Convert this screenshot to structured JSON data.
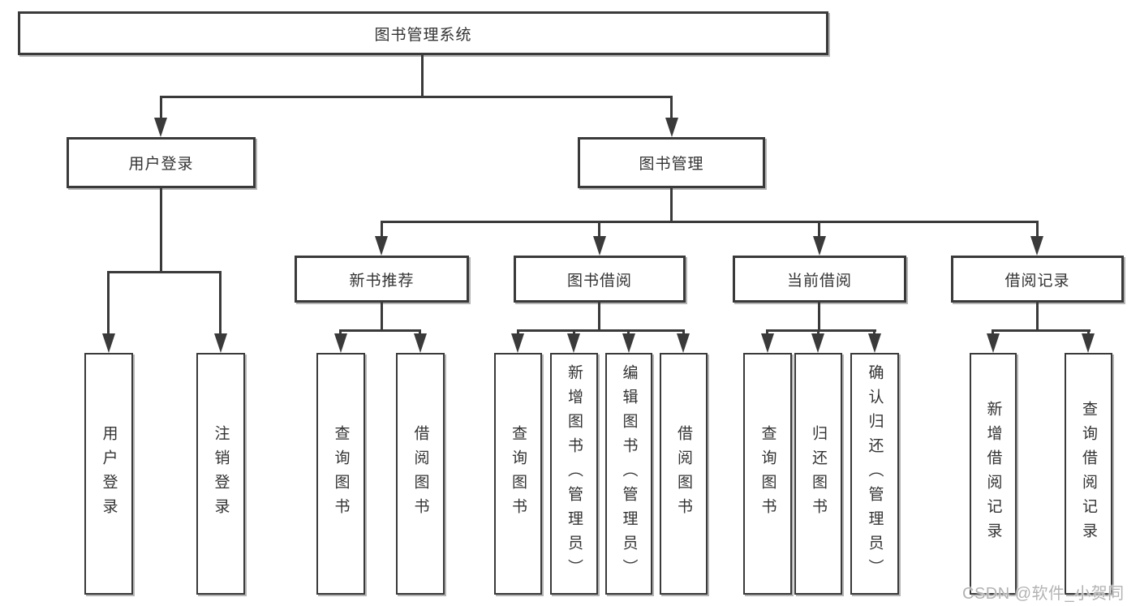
{
  "diagram_title": "图书管理系统",
  "tree": {
    "root": {
      "label": "图书管理系统"
    },
    "children": [
      {
        "label": "用户登录",
        "children": [
          {
            "label": "用户登录"
          },
          {
            "label": "注销登录"
          }
        ]
      },
      {
        "label": "图书管理",
        "children": [
          {
            "label": "新书推荐",
            "children": [
              {
                "label": "查询图书"
              },
              {
                "label": "借阅图书"
              }
            ]
          },
          {
            "label": "图书借阅",
            "children": [
              {
                "label": "查询图书"
              },
              {
                "label": "新增图书（管理员）"
              },
              {
                "label": "编辑图书（管理员）"
              },
              {
                "label": "借阅图书"
              }
            ]
          },
          {
            "label": "当前借阅",
            "children": [
              {
                "label": "查询图书"
              },
              {
                "label": "归还图书"
              },
              {
                "label": "确认归还（管理员）"
              }
            ]
          },
          {
            "label": "借阅记录",
            "children": [
              {
                "label": "新增借阅记录"
              },
              {
                "label": "查询借阅记录"
              }
            ]
          }
        ]
      }
    ]
  },
  "watermark": {
    "text": "CSDN @软件_小贺同学"
  },
  "colors": {
    "line": "#3a3a3a",
    "text": "#333333",
    "shadow": "#b4b4b4",
    "watermark": "#b3b3b3",
    "bg": "#ffffff"
  }
}
